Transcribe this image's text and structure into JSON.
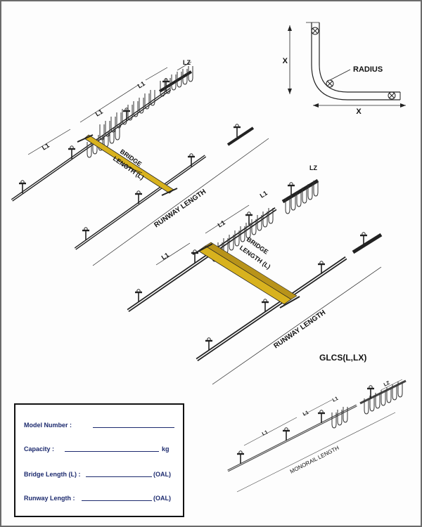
{
  "curve_detail": {
    "dimension_vertical": "X",
    "dimension_horizontal": "X",
    "radius_label": "RADIUS"
  },
  "dimensions": {
    "l1": "L1",
    "lz": "LZ",
    "bridge_label": "BRIDGE",
    "bridge_length_label": "LENGTH (L)",
    "runway_length": "RUNWAY LENGTH",
    "monorail_length": "MONORAIL LENGTH"
  },
  "model_code": "GLCS(L,LX)",
  "form": {
    "model_number_label": "Model Number :",
    "capacity_label": "Capacity :",
    "capacity_unit": "kg",
    "bridge_length_label": "Bridge Length (L) :",
    "bridge_length_suffix": "(OAL)",
    "runway_length_label": "Runway Length :",
    "runway_length_suffix": "(OAL)"
  },
  "colors": {
    "bridge": "#d8b21e",
    "line": "#222222",
    "form_text": "#1c2a6e"
  }
}
